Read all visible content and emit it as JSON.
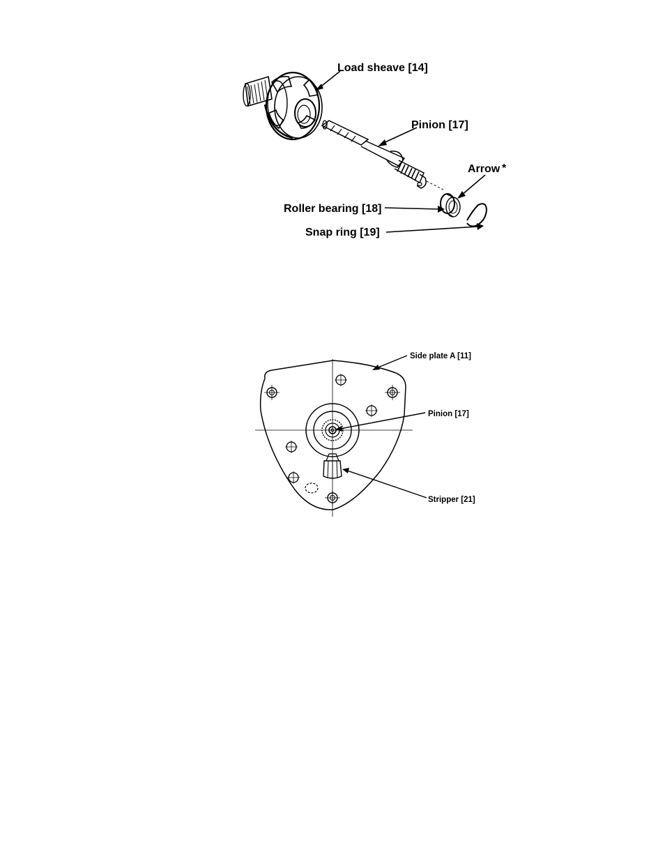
{
  "figure1": {
    "labels": {
      "load_sheave": "Load sheave [14]",
      "pinion": "Pinion [17]",
      "arrow": "Arrow",
      "arrow_mark": "*",
      "roller_bearing": "Roller bearing [18]",
      "snap_ring": "Snap ring [19]"
    }
  },
  "figure2": {
    "labels": {
      "side_plate": "Side plate A [11]",
      "pinion": "Pinion [17]",
      "stripper": "Stripper [21]"
    }
  }
}
